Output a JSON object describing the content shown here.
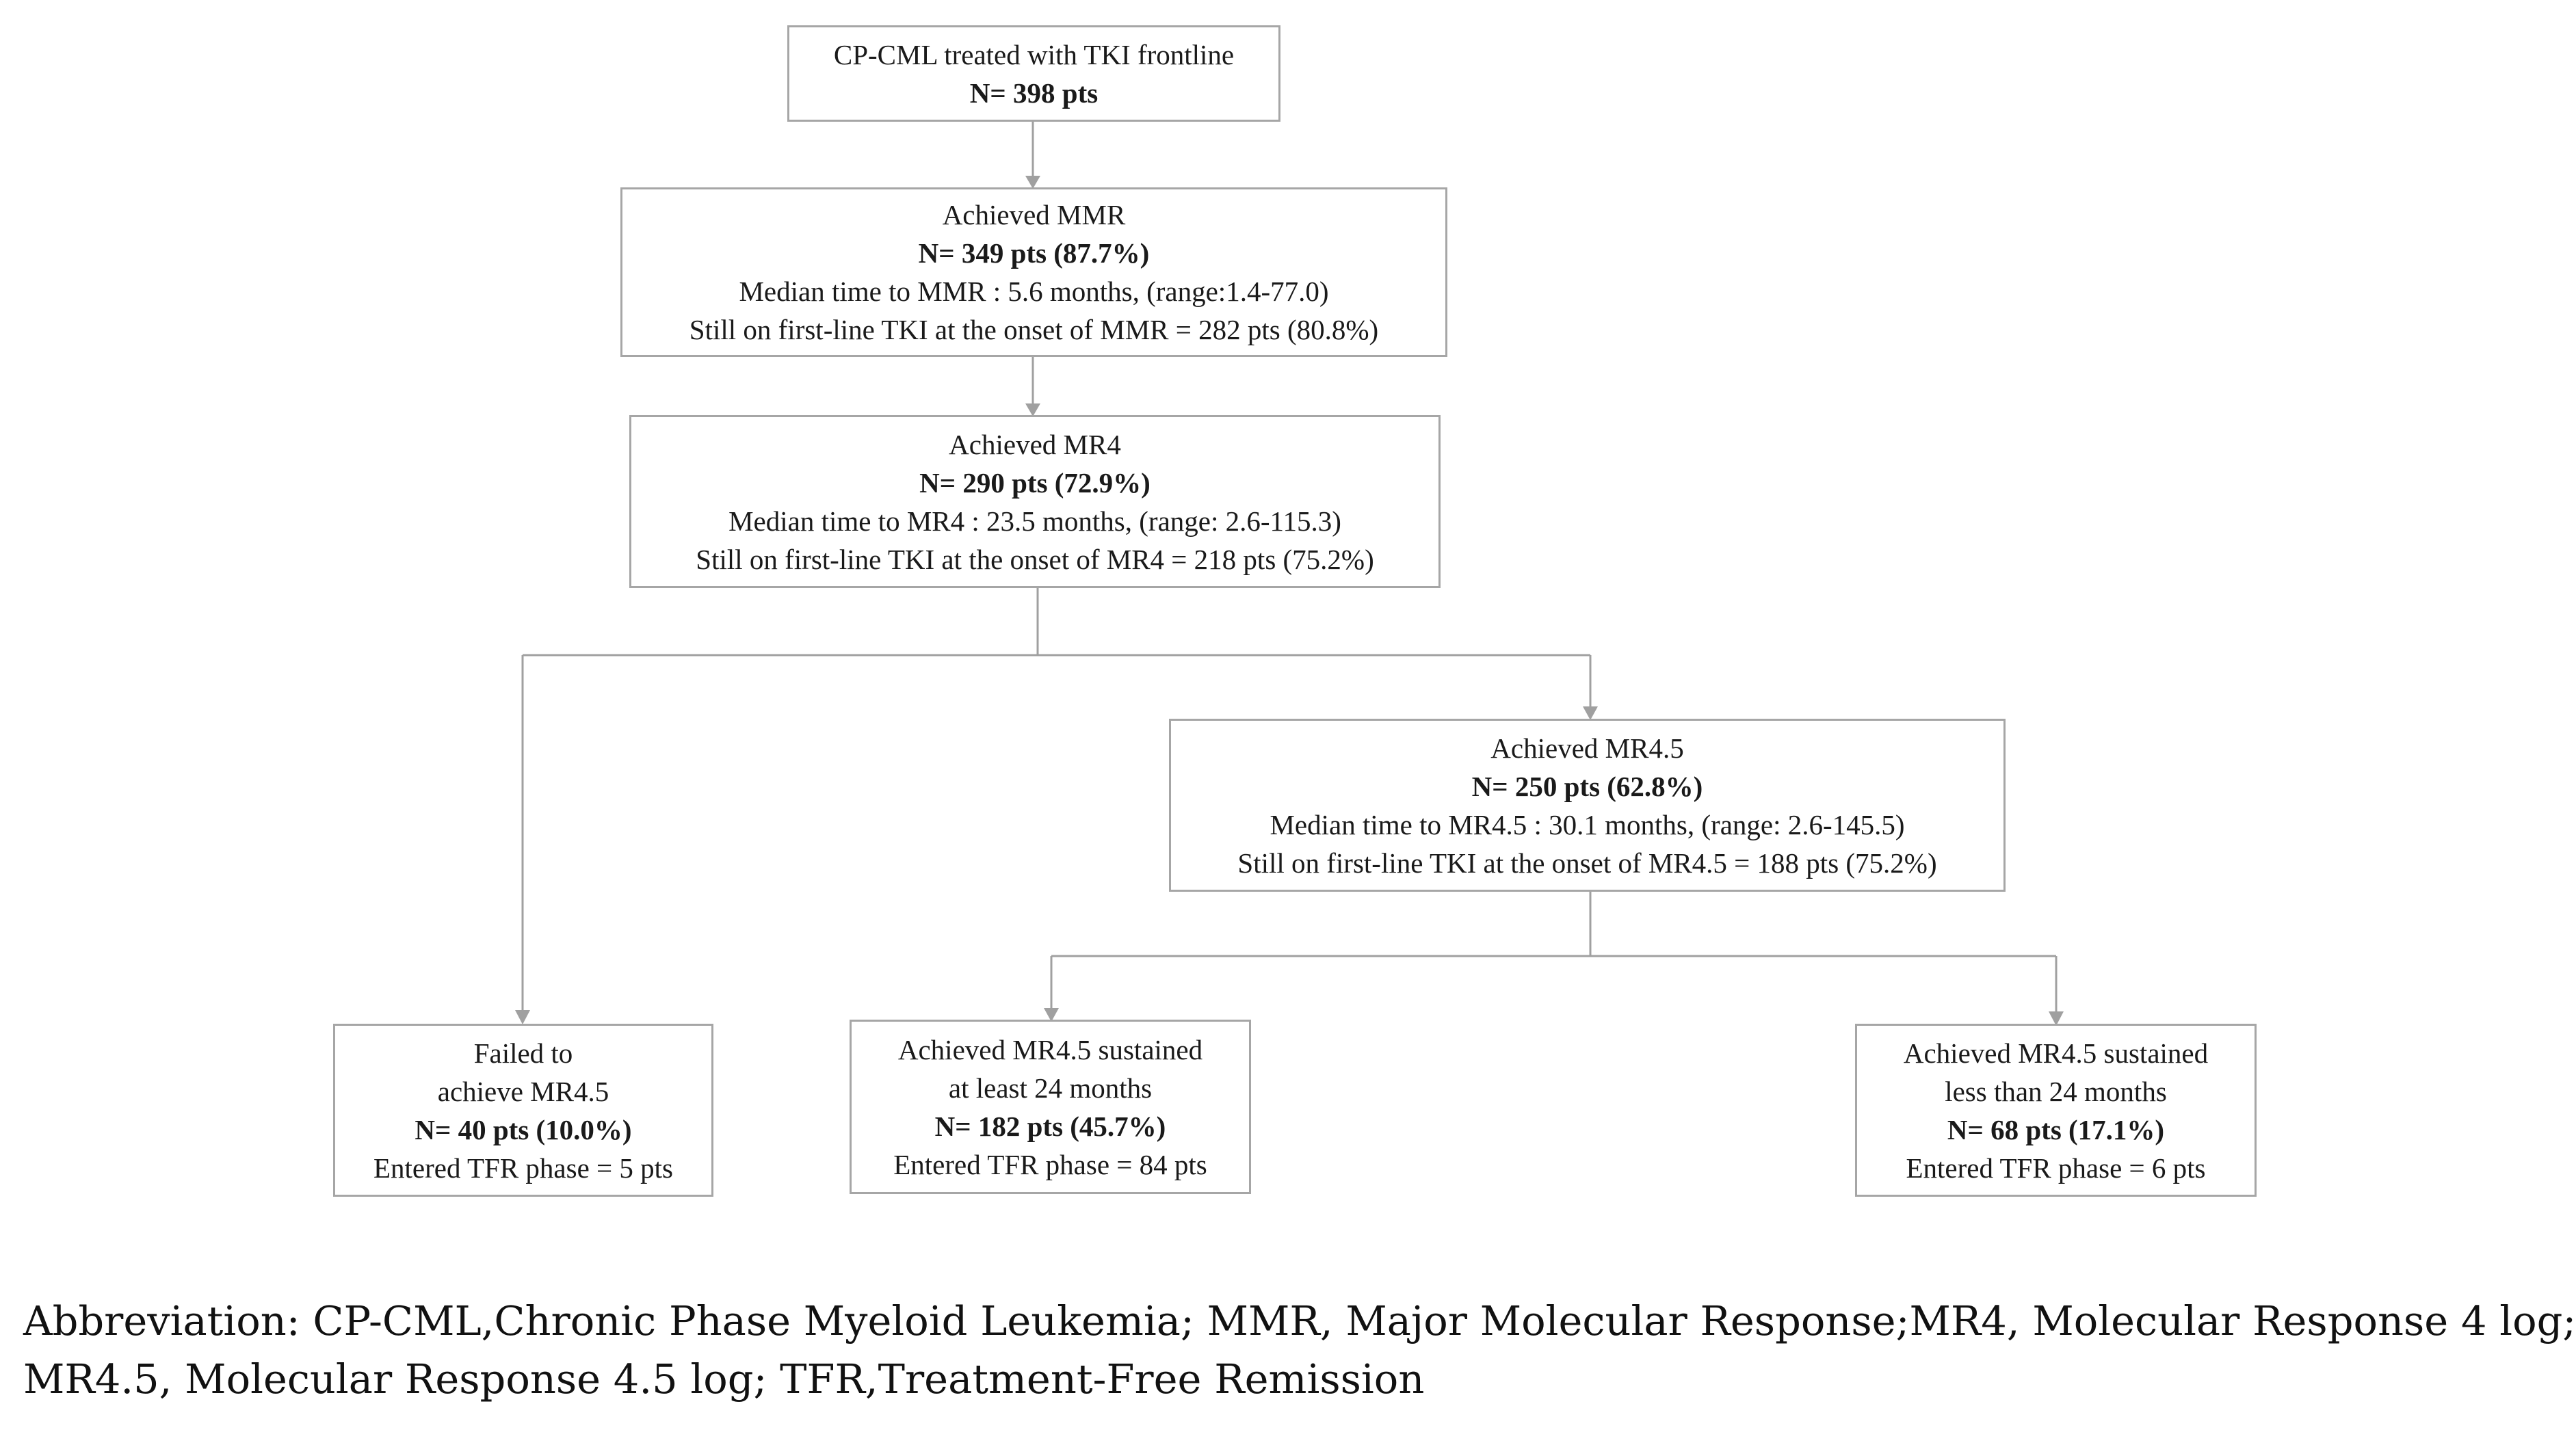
{
  "diagram": {
    "nodes": {
      "root": {
        "line1": "CP-CML treated with TKI frontline",
        "line2": "N= 398 pts"
      },
      "mmr": {
        "line1": "Achieved  MMR",
        "line2": "N= 349 pts (87.7%)",
        "line3": "Median time  to MMR : 5.6 months,  (range:1.4-77.0)",
        "line4": "Still  on first-line  TKI at the  onset of MMR = 282 pts (80.8%)"
      },
      "mr4": {
        "line1": "Achieved  MR4",
        "line2": "N= 290 pts (72.9%)",
        "line3": "Median time  to MR4 : 23.5 months,  (range:  2.6-115.3)",
        "line4": "Still  on first-line  TKI at the onset of MR4 = 218 pts (75.2%)"
      },
      "mr45": {
        "line1": "Achieved  MR4.5",
        "line2": "N= 250 pts (62.8%)",
        "line3": "Median time  to MR4.5 : 30.1 months,  (range:  2.6-145.5)",
        "line4": "Still  on first-line  TKI at the onset of MR4.5 = 188 pts (75.2%)"
      },
      "failed": {
        "line1": "Failed to",
        "line2": "achieve  MR4.5",
        "line3": "N= 40 pts (10.0%)",
        "line4": "Entered  TFR phase = 5 pts"
      },
      "sustained_24": {
        "line1": "Achieved  MR4.5 sustained",
        "line2": "at least 24 months",
        "line3": "N= 182 pts (45.7%)",
        "line4": "Entered  TFR phase = 84 pts"
      },
      "less_24": {
        "line1": "Achieved  MR4.5 sustained",
        "line2": "less than 24 months",
        "line3": "N= 68 pts (17.1%)",
        "line4": "Entered  TFR phase = 6 pts"
      }
    },
    "caption": {
      "line1": "Abbreviation: CP-CML,Chronic Phase Myeloid Leukemia; MMR, Major Molecular Response;MR4, Molecular Response 4 log;",
      "line2": "MR4.5, Molecular Response 4.5 log; TFR,Treatment-Free Remission"
    },
    "colors": {
      "box_border": "#a6a6a6",
      "connector": "#a0a0a0",
      "text": "#1a1a1a"
    }
  }
}
